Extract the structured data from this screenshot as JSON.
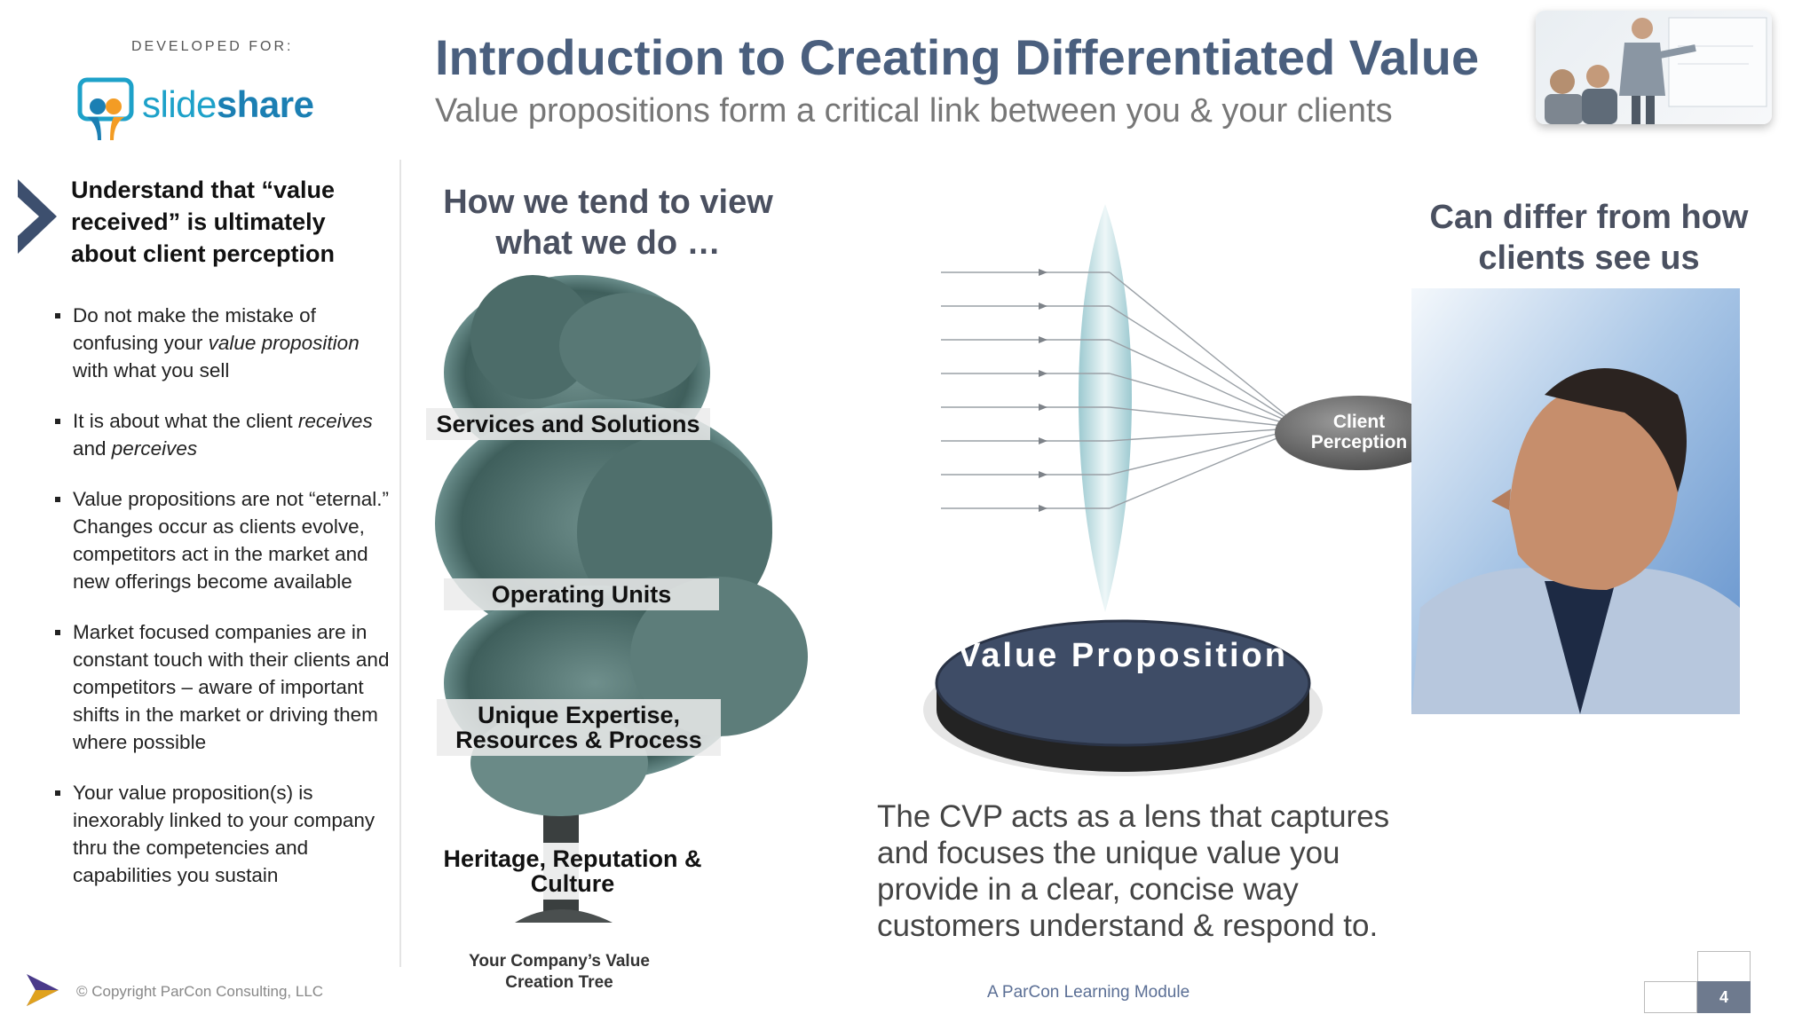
{
  "header": {
    "developed_for": "DEVELOPED FOR:",
    "logo_text_light": "slide",
    "logo_text_bold": "share",
    "title": "Introduction to Creating Differentiated Value",
    "subtitle": "Value propositions form a critical link between you & your clients"
  },
  "left": {
    "lead": "Understand that “value received” is ultimately about client perception",
    "bullets": [
      {
        "parts": [
          {
            "t": "Do not make the mistake of confusing your "
          },
          {
            "t": "value proposition",
            "i": true
          },
          {
            "t": " with what you sell"
          }
        ]
      },
      {
        "parts": [
          {
            "t": "It is about what the client "
          },
          {
            "t": "receives",
            "i": true
          },
          {
            "t": " and "
          },
          {
            "t": "perceives",
            "i": true
          }
        ]
      },
      {
        "parts": [
          {
            "t": "Value propositions are not “eternal.”  Changes occur as clients evolve, competitors act in the market and new offerings become available"
          }
        ]
      },
      {
        "parts": [
          {
            "t": "Market focused companies are in constant touch with their clients and competitors – aware of important shifts in the market or driving them where possible"
          }
        ]
      },
      {
        "parts": [
          {
            "t": "Your value proposition(s) is inexorably linked to your company thru the  competencies and capabilities you sustain"
          }
        ]
      }
    ]
  },
  "tree": {
    "heading": "How we tend to view what we do …",
    "labels": {
      "services": "Services and Solutions",
      "operating": "Operating Units",
      "expertise": "Unique Expertise, Resources & Process",
      "heritage": "Heritage, Reputation & Culture"
    },
    "caption": "Your Company’s Value Creation Tree"
  },
  "lens": {
    "client_perception": "Client Perception",
    "value_proposition": "Value Proposition",
    "cvp_text": "The CVP acts as a lens that captures and focuses the unique value you provide in a clear, concise way customers understand & respond to."
  },
  "right": {
    "heading": "Can differ from how clients see us"
  },
  "footer": {
    "copyright": "©  Copyright ParCon Consulting, LLC",
    "module": "A ParCon Learning Module",
    "page_number": "4"
  },
  "colors": {
    "title": "#4a5f7e",
    "accent_arrow": "#3d4f6e",
    "vp_disc": "#3e4c66",
    "cp_ellipse": "#6a6a6a"
  }
}
